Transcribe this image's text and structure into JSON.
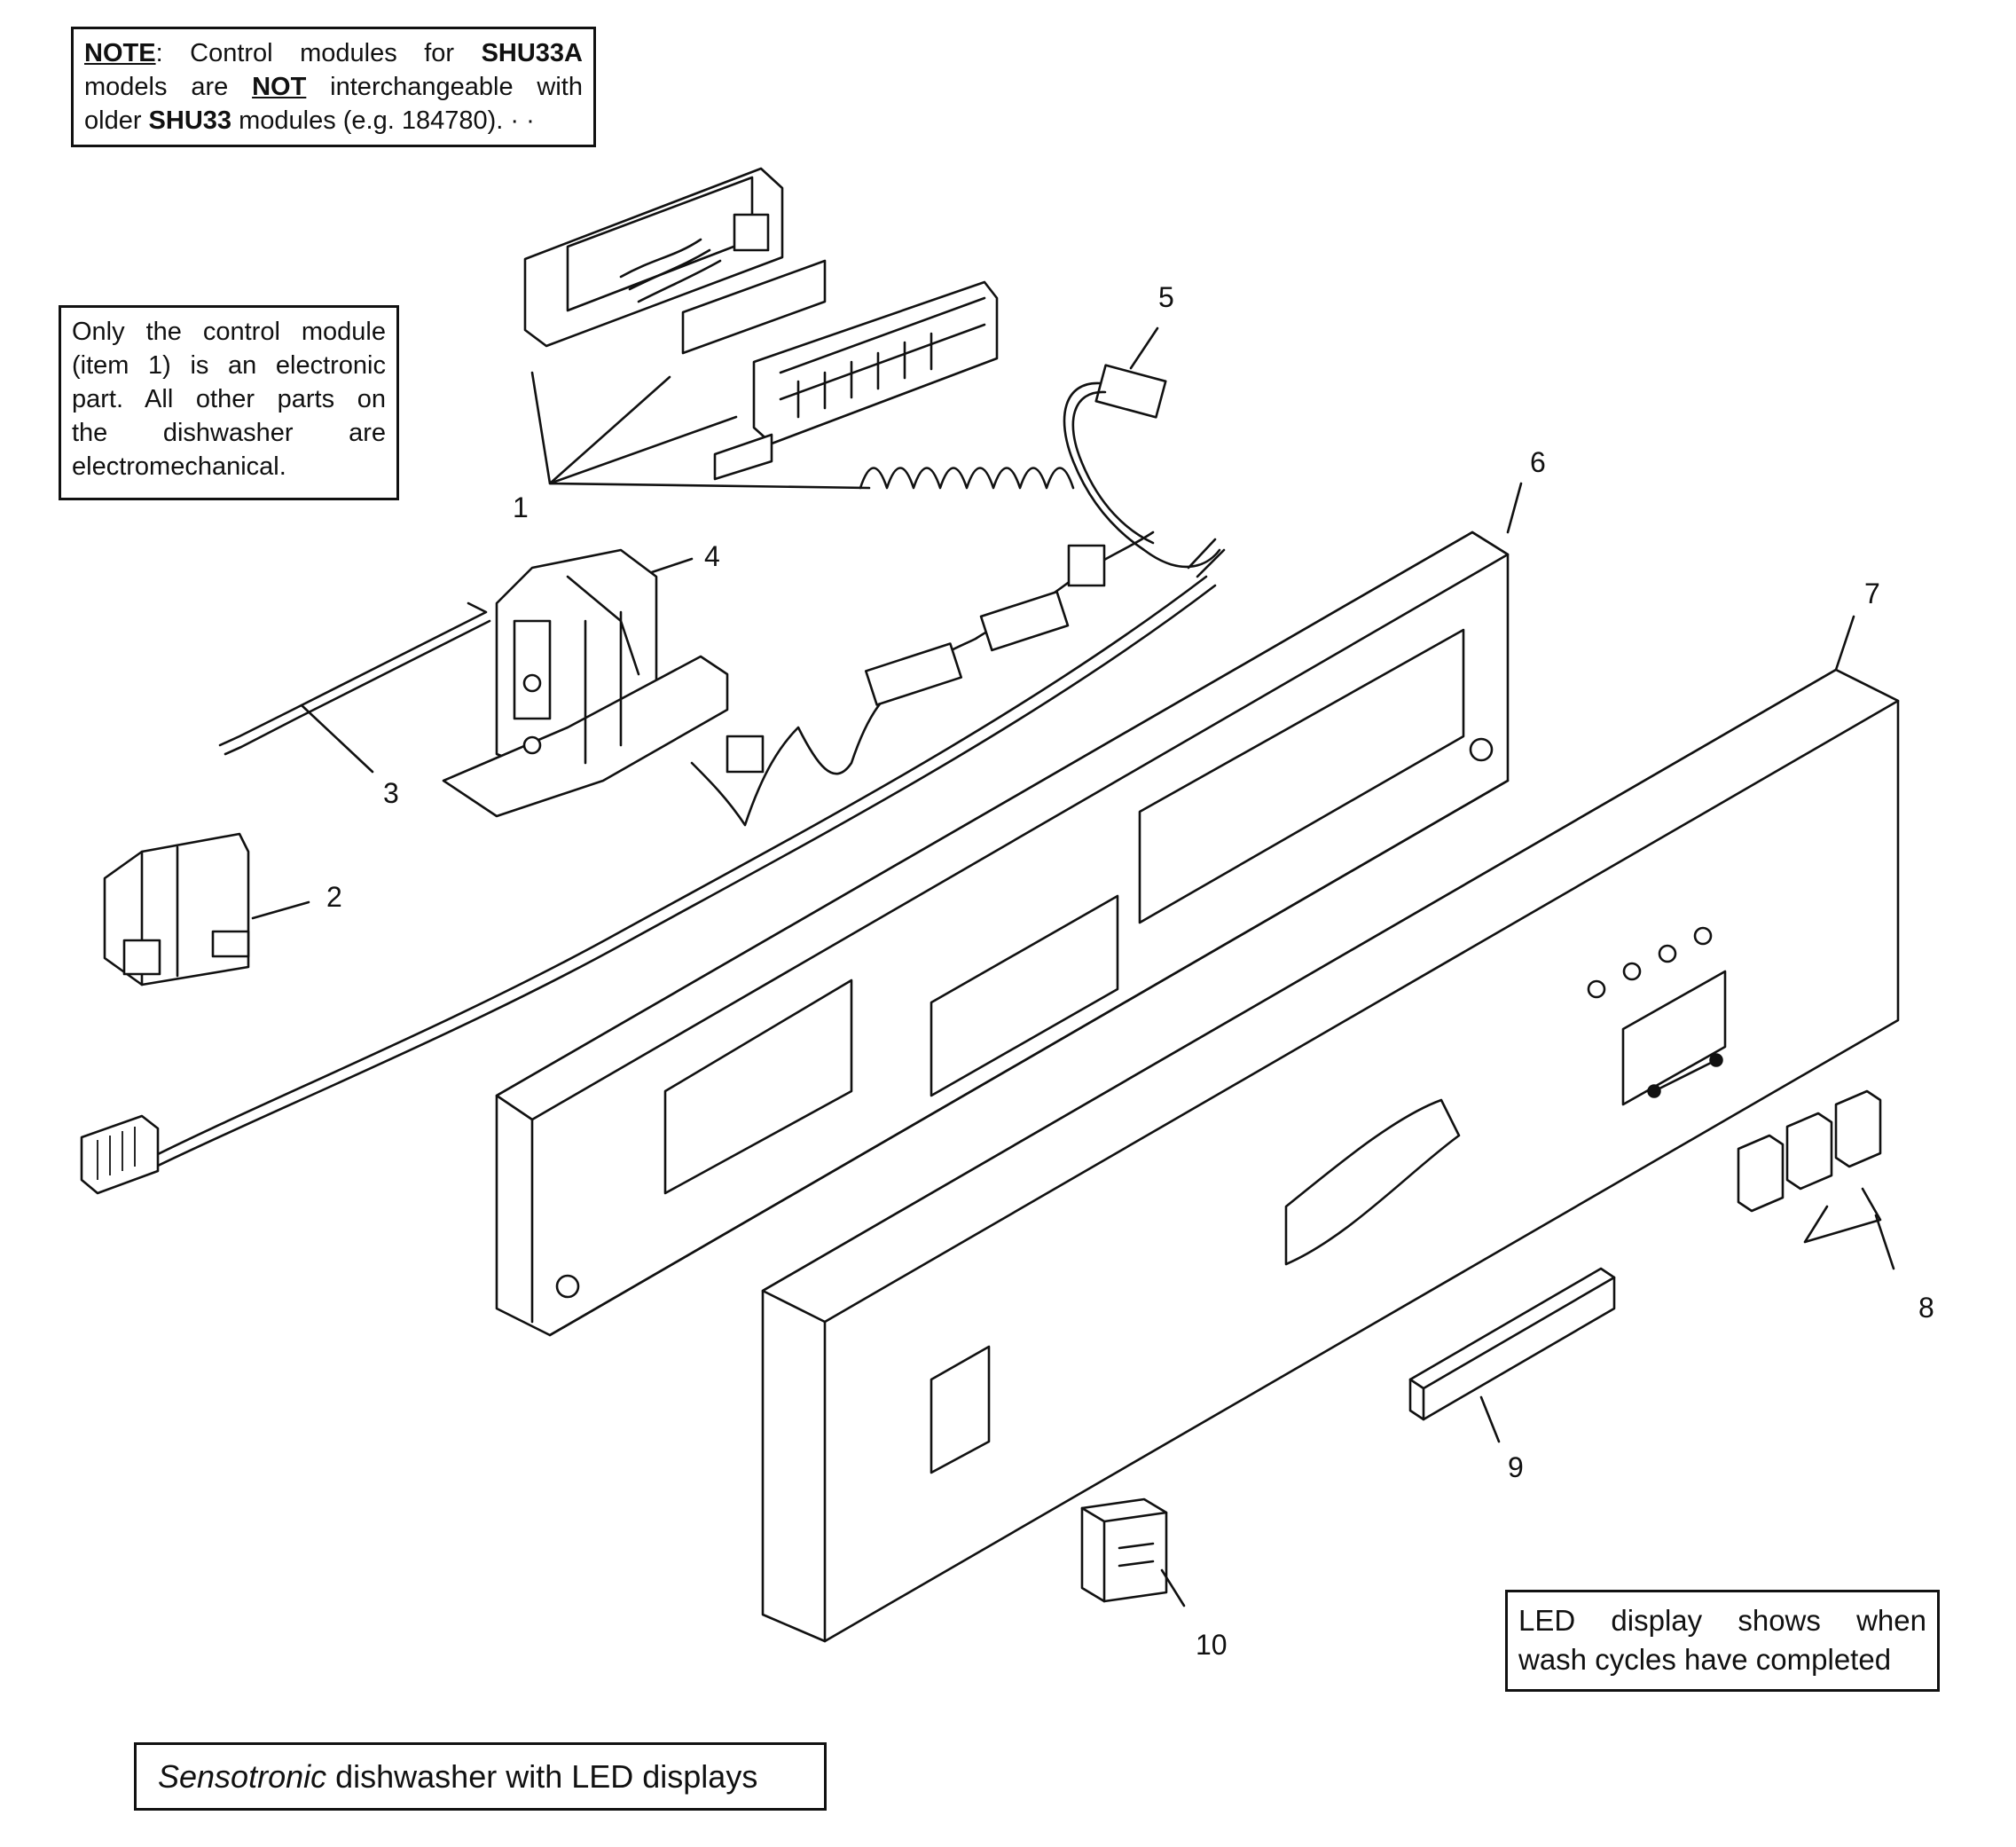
{
  "notes": {
    "note_box": {
      "label": "NOTE",
      "colon": ":",
      "line1_pre": "  Control modules for ",
      "model_new": "SHU33A",
      "line2_pre": "models are ",
      "not_word": "NOT",
      "line2_post": " interchangeable with",
      "line3_pre": "older ",
      "model_old": "SHU33",
      "line3_post": " modules (e.g. 184780). ·  ·"
    },
    "electronic_box": {
      "line1": "Only the control module",
      "line2": "(item 1) is an electronic",
      "line3": "part.  All other parts on",
      "line4": "the dishwasher are",
      "line5": "electromechanical."
    },
    "led_box": {
      "line1": "LED display shows when",
      "line2": "wash cycles have completed"
    },
    "caption": {
      "italic": "Sensotronic",
      "rest": " dishwasher with LED displays"
    }
  },
  "callouts": [
    "1",
    "2",
    "3",
    "4",
    "5",
    "6",
    "7",
    "8",
    "9",
    "10"
  ],
  "parts": [
    {
      "item": "1",
      "icon": "control-module-icon"
    },
    {
      "item": "2",
      "icon": "door-switch-icon"
    },
    {
      "item": "3",
      "icon": "rod-icon"
    },
    {
      "item": "4",
      "icon": "latch-icon"
    },
    {
      "item": "5",
      "icon": "connector-icon"
    },
    {
      "item": "6",
      "icon": "control-panel-frame-icon"
    },
    {
      "item": "7",
      "icon": "fascia-panel-icon"
    },
    {
      "item": "8",
      "icon": "button-set-icon"
    },
    {
      "item": "9",
      "icon": "handle-strip-icon"
    },
    {
      "item": "10",
      "icon": "knob-icon"
    }
  ]
}
